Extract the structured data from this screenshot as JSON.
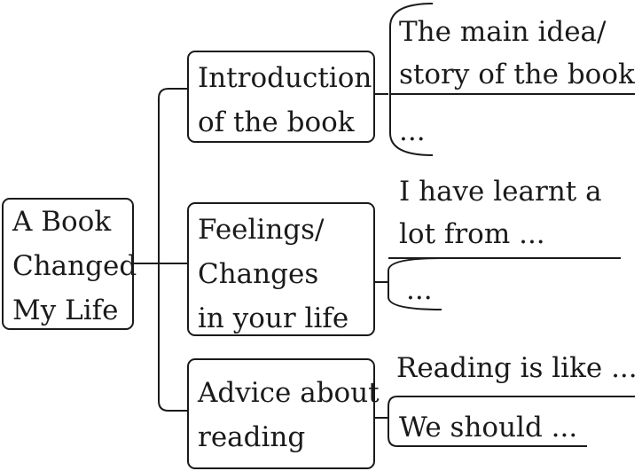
{
  "diagram": {
    "root": {
      "lines": [
        "A Book",
        "Changed",
        "My Life"
      ]
    },
    "branches": [
      {
        "lines": [
          "Introduction",
          "of the book"
        ],
        "leaves": [
          {
            "lines": [
              "The main idea/",
              "story of the book"
            ]
          },
          {
            "lines": [
              "..."
            ]
          }
        ]
      },
      {
        "lines": [
          "Feelings/",
          "Changes",
          "in your life"
        ],
        "leaves": [
          {
            "lines": [
              "I have learnt a",
              "lot from ..."
            ]
          },
          {
            "lines": [
              "..."
            ]
          }
        ]
      },
      {
        "lines": [
          "Advice about",
          "reading"
        ],
        "leaves": [
          {
            "lines": [
              "Reading is like ..."
            ]
          },
          {
            "lines": [
              "We should ..."
            ]
          }
        ]
      }
    ]
  }
}
